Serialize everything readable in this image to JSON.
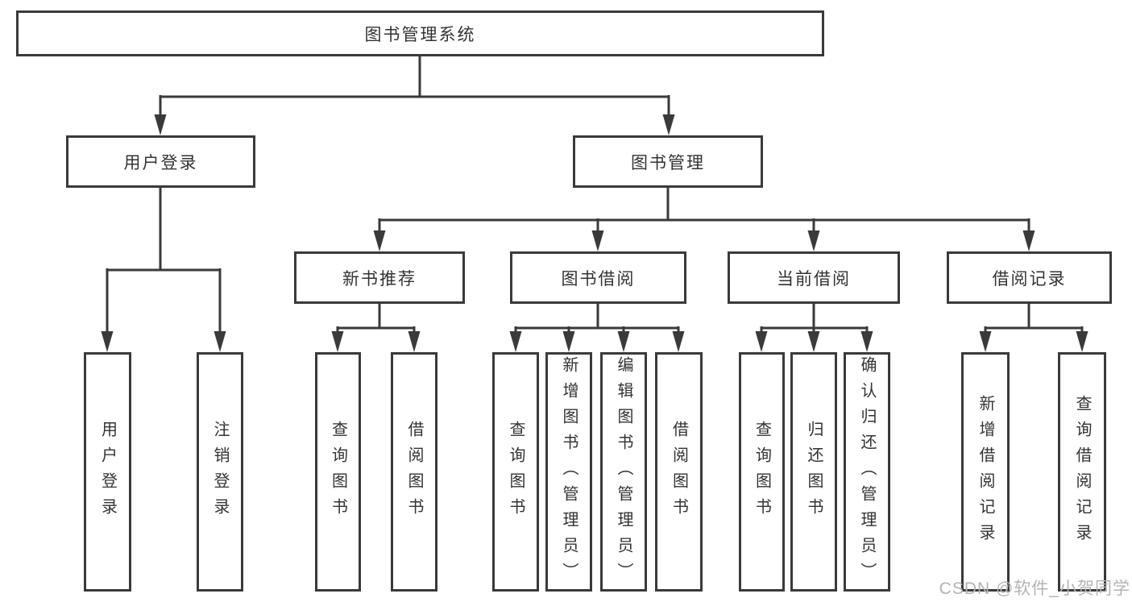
{
  "tree": {
    "label": "图书管理系统",
    "children": [
      {
        "label": "用户登录",
        "children": [
          {
            "label": "用户登录"
          },
          {
            "label": "注销登录"
          }
        ]
      },
      {
        "label": "图书管理",
        "children": [
          {
            "label": "新书推荐",
            "children": [
              {
                "label": "查询图书"
              },
              {
                "label": "借阅图书"
              }
            ]
          },
          {
            "label": "图书借阅",
            "children": [
              {
                "label": "查询图书"
              },
              {
                "label": "新增图书（管理员）"
              },
              {
                "label": "编辑图书（管理员）"
              },
              {
                "label": "借阅图书"
              }
            ]
          },
          {
            "label": "当前借阅",
            "children": [
              {
                "label": "查询图书"
              },
              {
                "label": "归还图书"
              },
              {
                "label": "确认归还（管理员）"
              }
            ]
          },
          {
            "label": "借阅记录",
            "children": [
              {
                "label": "新增借阅记录"
              },
              {
                "label": "查询借阅记录"
              }
            ]
          }
        ]
      }
    ]
  },
  "watermark": {
    "text": "CSDN @软件_小贺同学"
  },
  "colors": {
    "box_border": "#3a3a3a",
    "connector": "#3a3a3a",
    "box_text": "#333333",
    "watermark_text": "#b3b3b3",
    "background": "#ffffff"
  }
}
